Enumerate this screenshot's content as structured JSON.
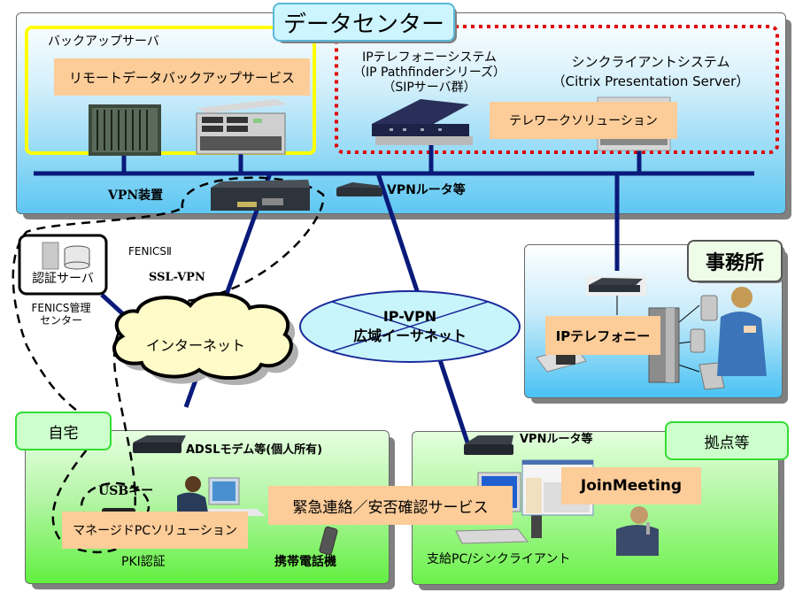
{
  "title": "データセンター",
  "colors": {
    "network_line": "#0a1a7a",
    "service_box": "#fccc99",
    "backup_border": "#ffff00",
    "red_dotted": "#e00000",
    "ellipse_fill": "#c8f4fb",
    "cloud_fill": "#fffbc8",
    "home_label_border": "#33dd33"
  },
  "datacenter": {
    "backup_server_group": {
      "label": "バックアップサーバ",
      "service": "リモートデータバックアップサービス"
    },
    "ip_telephony_system": {
      "lines": [
        "IPテレフォニーシステム",
        "（IP Pathfinderシリーズ）",
        "（SIPサーバ群）"
      ]
    },
    "thin_client_system": {
      "lines": [
        "シンクライアントシステム",
        "（Citrix Presentation Server）"
      ]
    },
    "telework_service": "テレワークソリューション",
    "vpn_device_label": "VPN装置",
    "vpn_router_label": "VPNルータ等"
  },
  "fenics": {
    "network_label": "FENICSⅡ",
    "ssl_vpn_label": "SSL-VPN",
    "auth_server_label": "認証サーバ",
    "management_center_lines": [
      "FENICS管理",
      "センター"
    ]
  },
  "internet": {
    "label": "インターネット"
  },
  "wan": {
    "lines": [
      "IP-VPN",
      "広域イーサネット"
    ]
  },
  "office": {
    "label": "事務所",
    "service": "IPテレフォニー"
  },
  "home": {
    "label": "自宅",
    "modem_label": "ADSLモデム等(個人所有)",
    "usb_key_label": "USBキー",
    "managed_pc_service": "マネージドPCソリューション",
    "pki_label": "PKI認証",
    "mobile_label": "携帯電話機"
  },
  "emergency_service": "緊急連絡／安否確認サービス",
  "base": {
    "label": "拠点等",
    "router_label": "VPNルータ等",
    "join_meeting": "JoinMeeting",
    "client_label": "支給PC/シンクライアント"
  }
}
